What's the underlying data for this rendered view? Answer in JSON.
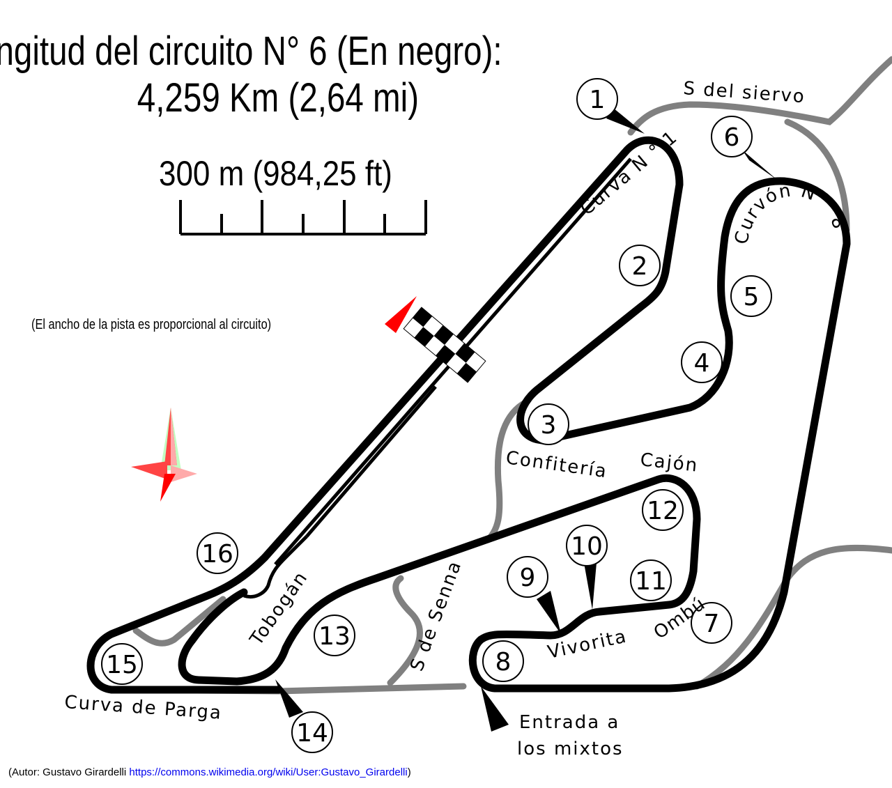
{
  "title": {
    "line1": "ngitud del circuito N° 6 (En negro):",
    "line2": "4,259 Km (2,64 mi)"
  },
  "scale": {
    "label": "300 m (984,25 ft)"
  },
  "note": "(El ancho de la pista es proporcional al circuito)",
  "corners": [
    "1",
    "2",
    "3",
    "4",
    "5",
    "6",
    "7",
    "8",
    "9",
    "10",
    "11",
    "12",
    "13",
    "14",
    "15",
    "16"
  ],
  "labels": {
    "s_del_siervo": "S del siervo",
    "curva_1": "Curva N ° 1",
    "curvon_8": "Curvón N ° 8",
    "confiteria": "Confitería",
    "cajon": "Cajón",
    "vivorita": "Vivorita",
    "ombu": "Ombú",
    "tobogan": "Tobogán",
    "s_de_senna": "S de Senna",
    "curva_parga": "Curva de Parga",
    "entrada_line1": "Entrada a",
    "entrada_line2": "los mixtos"
  },
  "colors": {
    "track": "#000000",
    "other_track": "#808080",
    "flag_red": "#ff0000"
  },
  "credit": {
    "prefix": "(Autor: Gustavo Girardelli ",
    "link": "https://commons.wikimedia.org/wiki/User:Gustavo_Girardelli",
    "suffix": ")"
  }
}
